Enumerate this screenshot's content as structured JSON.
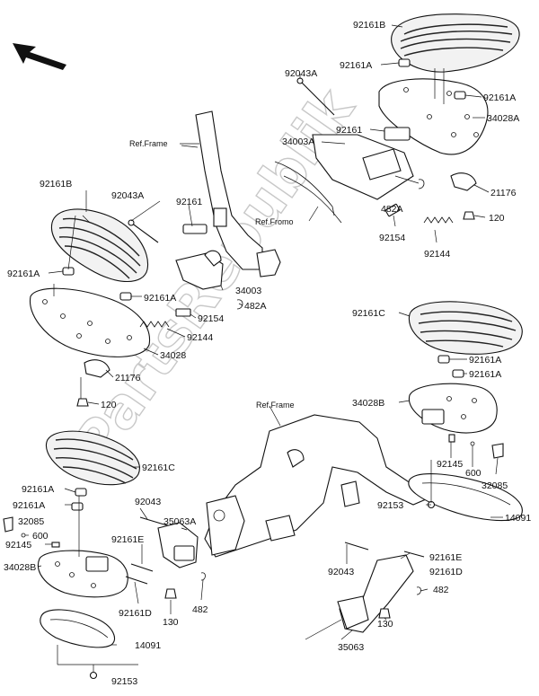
{
  "watermark": "PartsRepublik",
  "ref_labels": {
    "frame_top": "Ref.Frame",
    "frame_mid": "Ref.Fromo",
    "frame_bottom": "Ref.Frame"
  },
  "icons": {
    "direction_arrow": "front-direction-arrow-icon"
  },
  "top_right_group": {
    "p92161B": "92161B",
    "p92161A_1": "92161A",
    "p92161A_2": "92161A",
    "p34028A": "34028A",
    "p92043A": "92043A",
    "p92161": "92161",
    "p34003A": "34003A",
    "p21176": "21176",
    "p482A": "482A",
    "p120": "120",
    "p92154": "92154",
    "p92144": "92144"
  },
  "left_group": {
    "p92161B": "92161B",
    "p92043A": "92043A",
    "p92161": "92161",
    "p92161A_1": "92161A",
    "p92161A_2": "92161A",
    "p34003": "34003",
    "p482A": "482A",
    "p92154": "92154",
    "p92144": "92144",
    "p34028": "34028",
    "p21176": "21176",
    "p120": "120"
  },
  "right_group": {
    "p92161C": "92161C",
    "p92161A_1": "92161A",
    "p92161A_2": "92161A",
    "p34028B": "34028B",
    "p92145": "92145",
    "p600": "600",
    "p32085": "32085",
    "p14091": "14091",
    "p92153": "92153"
  },
  "bottom_left_group": {
    "p92161C": "92161C",
    "p92161A_1": "92161A",
    "p92161A_2": "92161A",
    "p32085": "32085",
    "p92145": "92145",
    "p600": "600",
    "p34028B": "34028B",
    "p14091": "14091",
    "p92153": "92153"
  },
  "bottom_center_group": {
    "p92043_1": "92043",
    "p35063A": "35063A",
    "p92161E_1": "92161E",
    "p92161D_1": "92161D",
    "p130_1": "130",
    "p482_1": "482",
    "p92161E_2": "92161E",
    "p92161D_2": "92161D",
    "p92043_2": "92043",
    "p482_2": "482",
    "p130_2": "130",
    "p35063": "35063"
  }
}
